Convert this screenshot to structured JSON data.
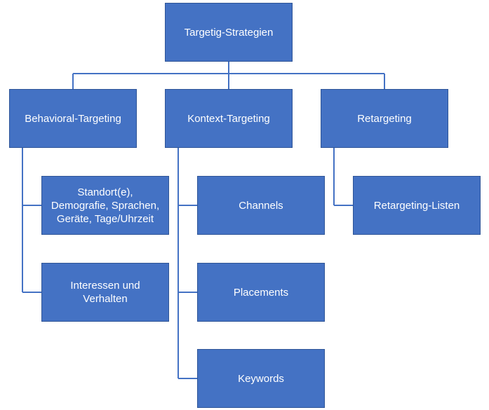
{
  "colors": {
    "box_fill": "#4472C4",
    "box_border": "#2F5597",
    "connector": "#4472C4",
    "text": "#FFFFFF"
  },
  "diagram": {
    "root": {
      "label": "Targetig-Strategien"
    },
    "branches": [
      {
        "label": "Behavioral-Targeting",
        "children": [
          {
            "label": "Standort(e),\nDemografie, Sprachen,\nGeräte, Tage/Uhrzeit"
          },
          {
            "label": "Interessen und\nVerhalten"
          }
        ]
      },
      {
        "label": "Kontext-Targeting",
        "children": [
          {
            "label": "Channels"
          },
          {
            "label": "Placements"
          },
          {
            "label": "Keywords"
          }
        ]
      },
      {
        "label": "Retargeting",
        "children": [
          {
            "label": "Retargeting-Listen"
          }
        ]
      }
    ]
  }
}
